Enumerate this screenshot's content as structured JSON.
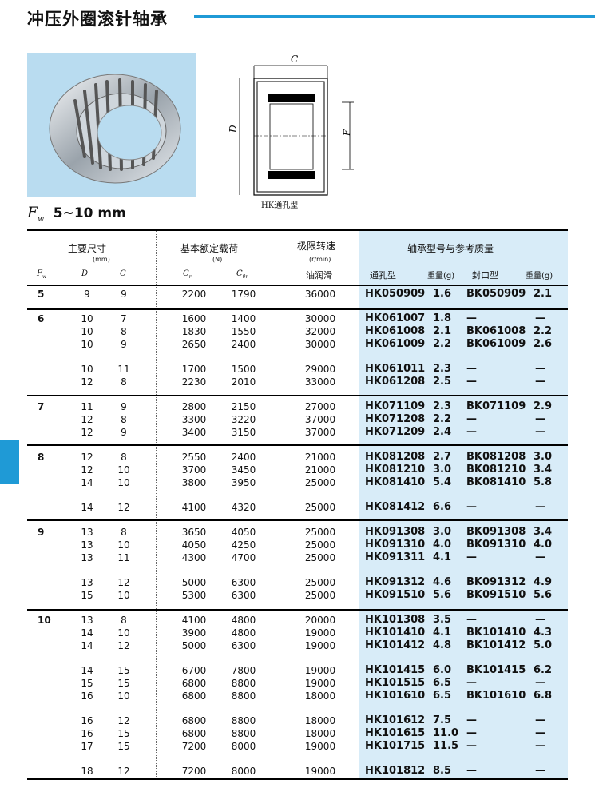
{
  "title": "冲压外圈滚针轴承",
  "range_symbol": "F",
  "range_symbol_sub": "w",
  "range_text": "5~10 mm",
  "drawing": {
    "label_c": "C",
    "label_d": "D",
    "label_fw": "F",
    "label_fw_sub": "w",
    "caption": "HK通孔型"
  },
  "headers": {
    "dims": "主要尺寸",
    "dims_unit": "(mm)",
    "load": "基本额定载荷",
    "load_unit": "(N)",
    "speed": "极限转速",
    "speed_unit": "(r/min)",
    "speed_sub": "油润滑",
    "bearing": "轴承型号与参考质量",
    "fw": "F",
    "fw_sub": "w",
    "d": "D",
    "c": "C",
    "cr": "C",
    "cr_sub": "r",
    "cor": "C",
    "cor_sub": "0r",
    "open_type": "通孔型",
    "weight1": "重量(g)",
    "closed_type": "封口型",
    "weight2": "重量(g)"
  },
  "rows": [
    {
      "fw": "5",
      "d": "9",
      "c": "9",
      "cr": "2200",
      "cor": "1790",
      "speed": "36000",
      "hk": "HK050909",
      "w1": "1.6",
      "bk": "BK050909",
      "w2": "2.1"
    },
    {
      "fw": "6",
      "d": "10",
      "c": "7",
      "cr": "1600",
      "cor": "1400",
      "speed": "30000",
      "hk": "HK061007",
      "w1": "1.8",
      "bk": "—",
      "w2": "—"
    },
    {
      "fw": "",
      "d": "10",
      "c": "8",
      "cr": "1830",
      "cor": "1550",
      "speed": "32000",
      "hk": "HK061008",
      "w1": "2.1",
      "bk": "BK061008",
      "w2": "2.2"
    },
    {
      "fw": "",
      "d": "10",
      "c": "9",
      "cr": "2650",
      "cor": "2400",
      "speed": "30000",
      "hk": "HK061009",
      "w1": "2.2",
      "bk": "BK061009",
      "w2": "2.6"
    },
    {
      "fw": "",
      "d": "10",
      "c": "11",
      "cr": "1700",
      "cor": "1500",
      "speed": "29000",
      "hk": "HK061011",
      "w1": "2.3",
      "bk": "—",
      "w2": "—"
    },
    {
      "fw": "",
      "d": "12",
      "c": "8",
      "cr": "2230",
      "cor": "2010",
      "speed": "33000",
      "hk": "HK061208",
      "w1": "2.5",
      "bk": "—",
      "w2": "—"
    },
    {
      "fw": "7",
      "d": "11",
      "c": "9",
      "cr": "2800",
      "cor": "2150",
      "speed": "27000",
      "hk": "HK071109",
      "w1": "2.3",
      "bk": "BK071109",
      "w2": "2.9"
    },
    {
      "fw": "",
      "d": "12",
      "c": "8",
      "cr": "3300",
      "cor": "3220",
      "speed": "37000",
      "hk": "HK071208",
      "w1": "2.2",
      "bk": "—",
      "w2": "—"
    },
    {
      "fw": "",
      "d": "12",
      "c": "9",
      "cr": "3400",
      "cor": "3150",
      "speed": "37000",
      "hk": "HK071209",
      "w1": "2.4",
      "bk": "—",
      "w2": "—"
    },
    {
      "fw": "8",
      "d": "12",
      "c": "8",
      "cr": "2550",
      "cor": "2400",
      "speed": "21000",
      "hk": "HK081208",
      "w1": "2.7",
      "bk": "BK081208",
      "w2": "3.0"
    },
    {
      "fw": "",
      "d": "12",
      "c": "10",
      "cr": "3700",
      "cor": "3450",
      "speed": "21000",
      "hk": "HK081210",
      "w1": "3.0",
      "bk": "BK081210",
      "w2": "3.4"
    },
    {
      "fw": "",
      "d": "14",
      "c": "10",
      "cr": "3800",
      "cor": "3950",
      "speed": "25000",
      "hk": "HK081410",
      "w1": "5.4",
      "bk": "BK081410",
      "w2": "5.8"
    },
    {
      "fw": "",
      "d": "14",
      "c": "12",
      "cr": "4100",
      "cor": "4320",
      "speed": "25000",
      "hk": "HK081412",
      "w1": "6.6",
      "bk": "—",
      "w2": "—"
    },
    {
      "fw": "9",
      "d": "13",
      "c": "8",
      "cr": "3650",
      "cor": "4050",
      "speed": "25000",
      "hk": "HK091308",
      "w1": "3.0",
      "bk": "BK091308",
      "w2": "3.4"
    },
    {
      "fw": "",
      "d": "13",
      "c": "10",
      "cr": "4050",
      "cor": "4250",
      "speed": "25000",
      "hk": "HK091310",
      "w1": "4.0",
      "bk": "BK091310",
      "w2": "4.0"
    },
    {
      "fw": "",
      "d": "13",
      "c": "11",
      "cr": "4300",
      "cor": "4700",
      "speed": "25000",
      "hk": "HK091311",
      "w1": "4.1",
      "bk": "—",
      "w2": "—"
    },
    {
      "fw": "",
      "d": "13",
      "c": "12",
      "cr": "5000",
      "cor": "6300",
      "speed": "25000",
      "hk": "HK091312",
      "w1": "4.6",
      "bk": "BK091312",
      "w2": "4.9"
    },
    {
      "fw": "",
      "d": "15",
      "c": "10",
      "cr": "5300",
      "cor": "6300",
      "speed": "25000",
      "hk": "HK091510",
      "w1": "5.6",
      "bk": "BK091510",
      "w2": "5.6"
    },
    {
      "fw": "10",
      "d": "13",
      "c": "8",
      "cr": "4100",
      "cor": "4800",
      "speed": "20000",
      "hk": "HK101308",
      "w1": "3.5",
      "bk": "—",
      "w2": "—"
    },
    {
      "fw": "",
      "d": "14",
      "c": "10",
      "cr": "3900",
      "cor": "4800",
      "speed": "19000",
      "hk": "HK101410",
      "w1": "4.1",
      "bk": "BK101410",
      "w2": "4.3"
    },
    {
      "fw": "",
      "d": "14",
      "c": "12",
      "cr": "5000",
      "cor": "6300",
      "speed": "19000",
      "hk": "HK101412",
      "w1": "4.8",
      "bk": "BK101412",
      "w2": "5.0"
    },
    {
      "fw": "",
      "d": "14",
      "c": "15",
      "cr": "6700",
      "cor": "7800",
      "speed": "19000",
      "hk": "HK101415",
      "w1": "6.0",
      "bk": "BK101415",
      "w2": "6.2"
    },
    {
      "fw": "",
      "d": "15",
      "c": "15",
      "cr": "6800",
      "cor": "8800",
      "speed": "19000",
      "hk": "HK101515",
      "w1": "6.5",
      "bk": "—",
      "w2": "—"
    },
    {
      "fw": "",
      "d": "16",
      "c": "10",
      "cr": "6800",
      "cor": "8800",
      "speed": "18000",
      "hk": "HK101610",
      "w1": "6.5",
      "bk": "BK101610",
      "w2": "6.8"
    },
    {
      "fw": "",
      "d": "16",
      "c": "12",
      "cr": "6800",
      "cor": "8800",
      "speed": "18000",
      "hk": "HK101612",
      "w1": "7.5",
      "bk": "—",
      "w2": "—"
    },
    {
      "fw": "",
      "d": "16",
      "c": "15",
      "cr": "6800",
      "cor": "8800",
      "speed": "18000",
      "hk": "HK101615",
      "w1": "11.0",
      "bk": "—",
      "w2": "—"
    },
    {
      "fw": "",
      "d": "17",
      "c": "15",
      "cr": "7200",
      "cor": "8000",
      "speed": "19000",
      "hk": "HK101715",
      "w1": "11.5",
      "bk": "—",
      "w2": "—"
    },
    {
      "fw": "",
      "d": "18",
      "c": "12",
      "cr": "7200",
      "cor": "8000",
      "speed": "19000",
      "hk": "HK101812",
      "w1": "8.5",
      "bk": "—",
      "w2": "—"
    }
  ]
}
